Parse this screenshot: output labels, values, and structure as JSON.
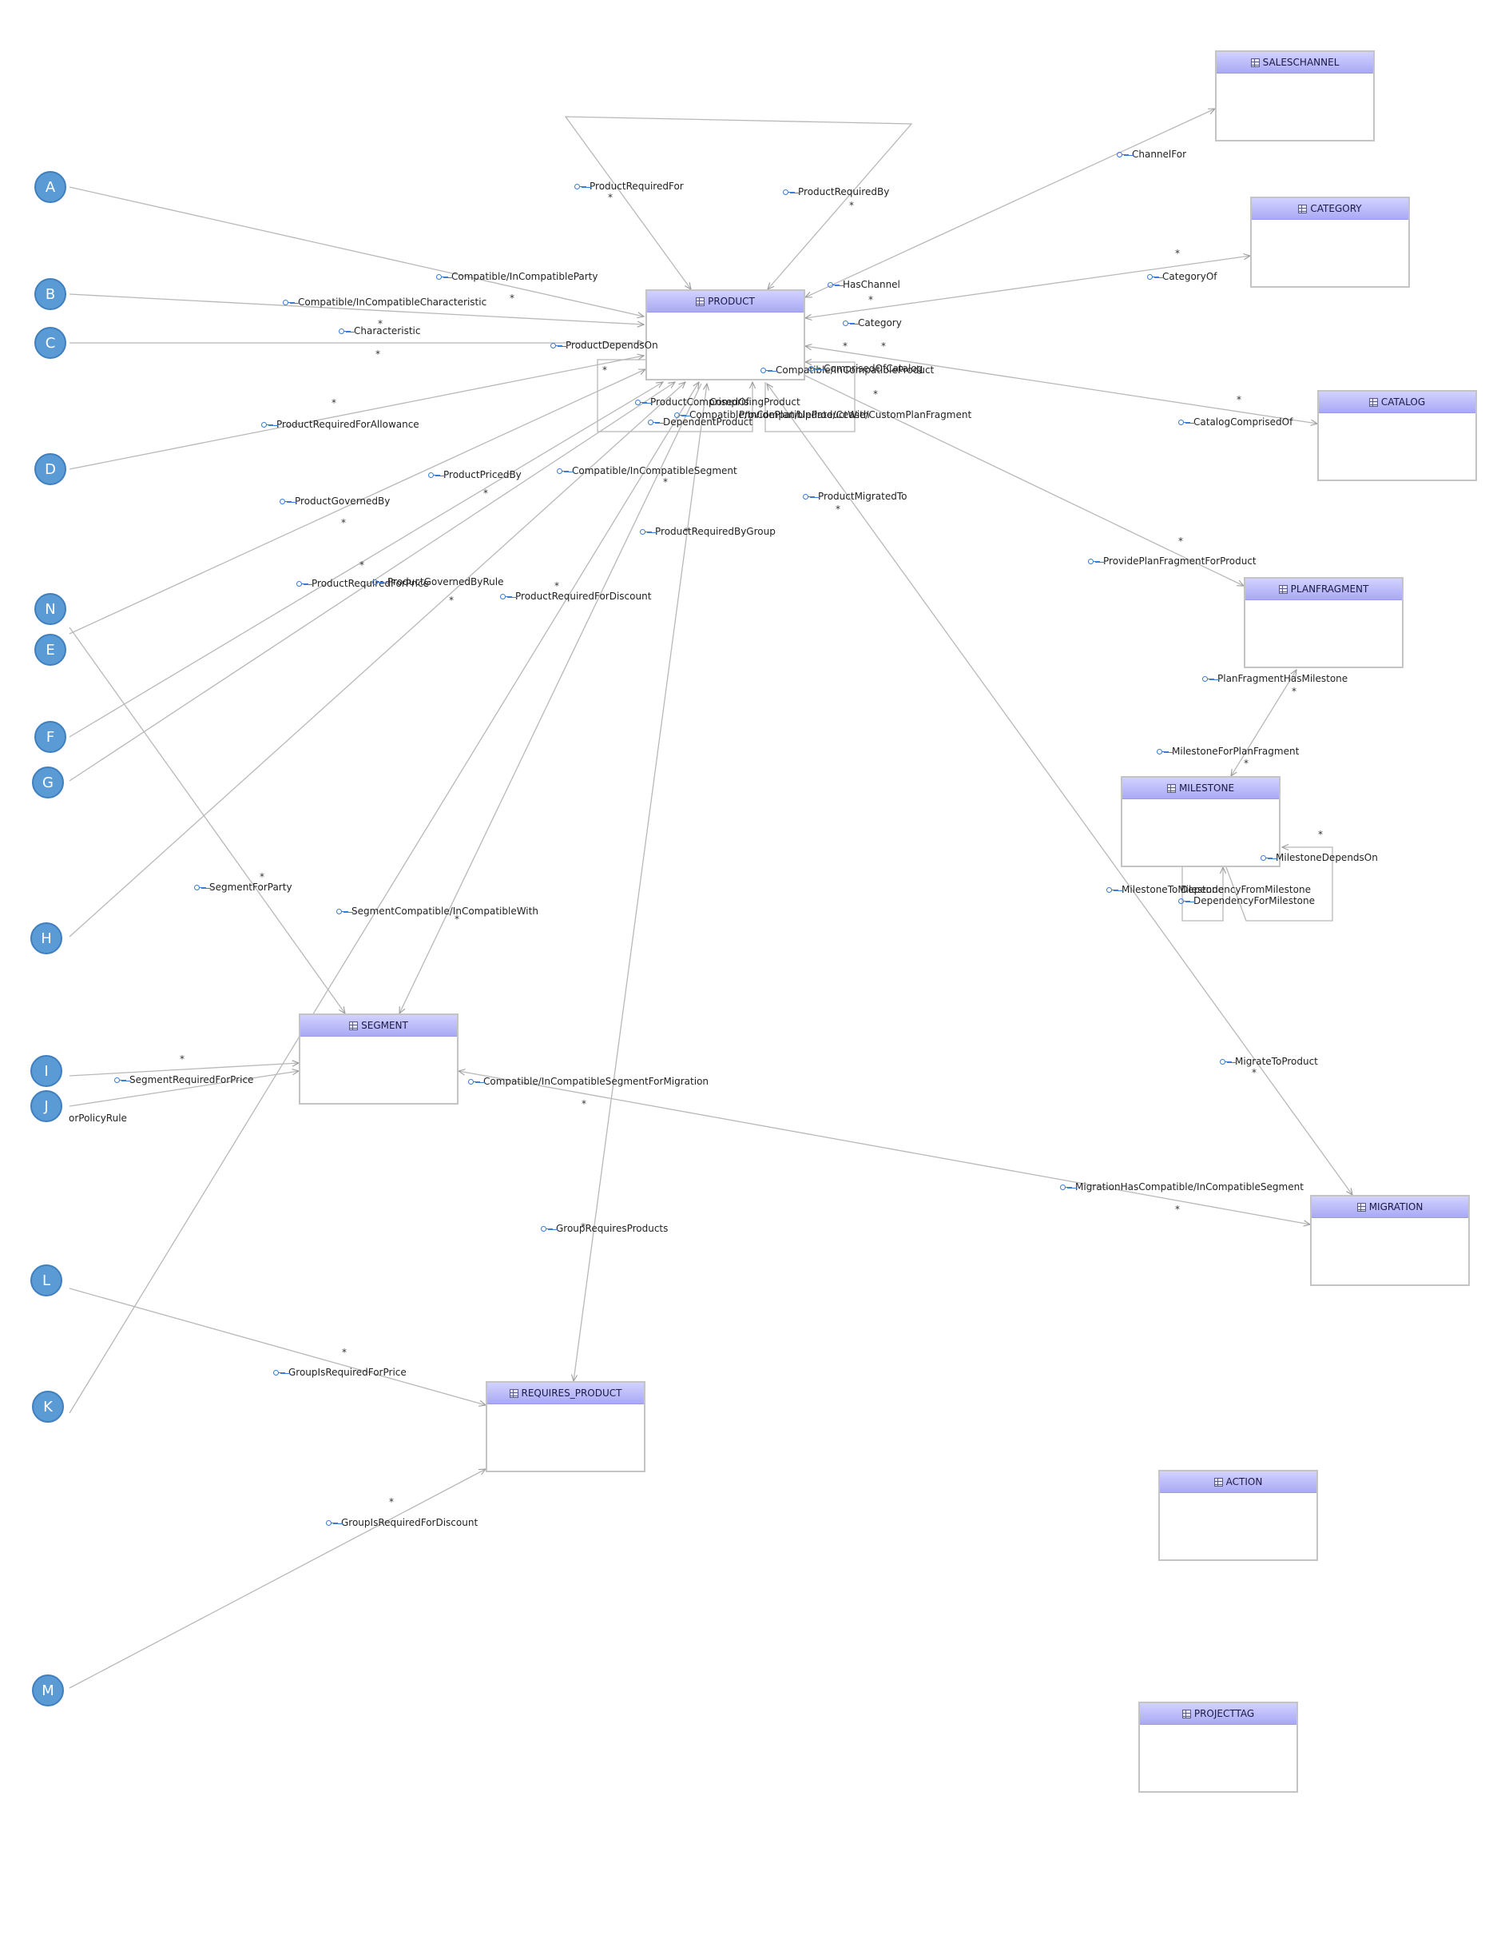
{
  "entities": {
    "saleschannel": "SALESCHANNEL",
    "category": "CATEGORY",
    "product": "PRODUCT",
    "catalog": "CATALOG",
    "planfragment": "PLANFRAGMENT",
    "milestone": "MILESTONE",
    "segment": "SEGMENT",
    "migration": "MIGRATION",
    "requires_product": "REQUIRES_PRODUCT",
    "action": "ACTION",
    "projecttag": "PROJECTTAG"
  },
  "nodes": {
    "a": "A",
    "b": "B",
    "c": "C",
    "d": "D",
    "n": "N",
    "e": "E",
    "f": "F",
    "g": "G",
    "h": "H",
    "i": "I",
    "j": "J",
    "l": "L",
    "k": "K",
    "m": "M"
  },
  "relations": {
    "product_required_for": "ProductRequiredFor",
    "product_required_by": "ProductRequiredBy",
    "channel_for": "ChannelFor",
    "compatible_party": "Compatible/InCompatibleParty",
    "has_channel": "HasChannel",
    "category_of": "CategoryOf",
    "compatible_characteristic": "Compatible/InCompatibleCharacteristic",
    "category": "Category",
    "characteristic": "Characteristic",
    "product_depends_on": "ProductDependsOn",
    "compatible_product": "Compatible/InCompatibleProduct",
    "comprised_of_catalog": "ComprisedOfCatalog",
    "product_comprised_of": "ProductComprisedOf",
    "comprising_product": "ComprisingProduct",
    "compatible_product_with": "Compatible/InCompatibleProductWith",
    "product_custom_plan": "ProductCustomPlanFragment",
    "provide_plan_cease": "ProvidePlan/Update/Cease/CustomPlanFragment",
    "dependent_product": "DependentProduct",
    "catalog_comprised_of": "CatalogComprisedOf",
    "product_required_for_allowance": "ProductRequiredForAllowance",
    "product_priced_by": "ProductPricedBy",
    "compatible_segment": "Compatible/InCompatibleSegment",
    "product_governed_by": "ProductGovernedBy",
    "product_migrated_to": "ProductMigratedTo",
    "product_required_by_group": "ProductRequiredByGroup",
    "provide_plan_fragment_for_product": "ProvidePlanFragmentForProduct",
    "product_required_for_price": "ProductRequiredForPrice",
    "product_governed_by_rule": "ProductGovernedByRule",
    "product_required_for_discount": "ProductRequiredForDiscount",
    "plan_fragment_has_milestone": "PlanFragmentHasMilestone",
    "milestone_for_plan_fragment": "MilestoneForPlanFragment",
    "milestone_depends_on": "MilestoneDependsOn",
    "milestone_to_milestone": "MilestoneToMilestone",
    "dependency_from_milestone": "DependencyFromMilestone",
    "dependency_for_milestone": "DependencyForMilestone",
    "segment_for_party": "SegmentForParty",
    "segment_compatible_with": "SegmentCompatible/InCompatibleWith",
    "migrate_to_product": "MigrateToProduct",
    "segment_required_for_price": "SegmentRequiredForPrice",
    "compatible_segment_for_migration": "Compatible/InCompatibleSegmentForMigration",
    "or_policy_rule": "orPolicyRule",
    "migration_has_compatible_segment": "MigrationHasCompatible/InCompatibleSegment",
    "group_requires_products": "GroupRequiresProducts",
    "group_is_required_for_price": "GroupIsRequiredForPrice",
    "group_is_required_for_discount": "GroupIsRequiredForDiscount"
  },
  "multiplicity": "*",
  "colors": {
    "node_fill": "#5b9bd5",
    "header_top": "#d2d2ff",
    "header_bottom": "#a9a9f5",
    "edge": "#b8b8b8",
    "key_icon": "#3a7bd5"
  },
  "icons": {
    "entity": "table-icon",
    "relation": "key-icon"
  }
}
